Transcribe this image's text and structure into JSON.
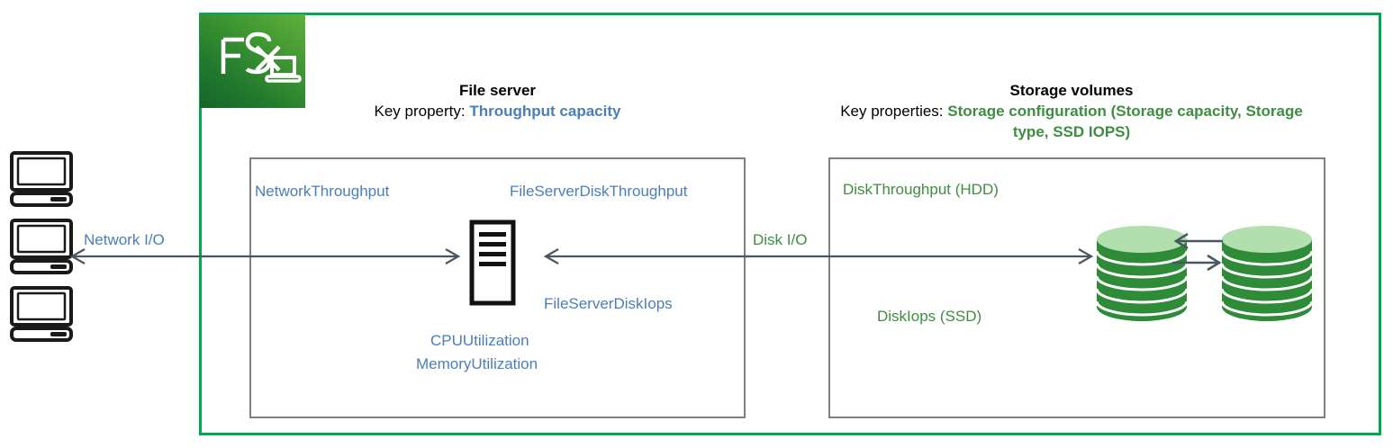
{
  "diagram": {
    "logo": {
      "text": "FSx",
      "icon": "laptop-icon"
    },
    "boundary_color": "#00a84f",
    "accent_blue": "#4a7ebb",
    "accent_green": "#3e8e41"
  },
  "file_server": {
    "title": "File server",
    "key_label": "Key property: ",
    "key_value": "Throughput capacity",
    "metrics": [
      {
        "name": "NetworkThroughput",
        "color": "blue"
      },
      {
        "name": "FileServerDiskThroughput",
        "color": "blue"
      },
      {
        "name": "FileServerDiskIops",
        "color": "blue"
      },
      {
        "name": "CPUUtilization",
        "color": "blue"
      },
      {
        "name": "MemoryUtilization",
        "color": "blue"
      }
    ]
  },
  "storage_volumes": {
    "title": "Storage volumes",
    "key_label": "Key properties: ",
    "key_value": "Storage configuration (Storage capacity, Storage type, SSD IOPS)",
    "metrics": [
      {
        "name": "DiskThroughput (HDD)",
        "color": "green"
      },
      {
        "name": "DiskIops (SSD)",
        "color": "green"
      }
    ]
  },
  "connections": {
    "network_io": "Network I/O",
    "disk_io": "Disk I/O"
  },
  "clients": {
    "count": 3,
    "icon": "desktop-computer-icon"
  }
}
